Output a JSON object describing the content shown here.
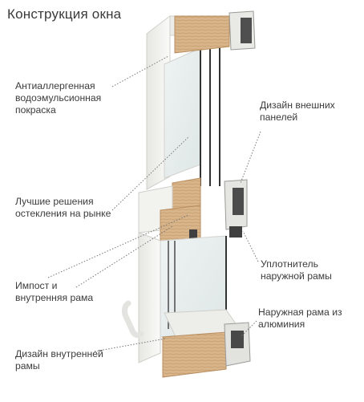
{
  "title": "Конструкция окна",
  "labels": {
    "antiallergenic": "Антиаллергенная\nводоэмульсионная\nпокраска",
    "external_panels": "Дизайн внешних\nпанелей",
    "glazing": "Лучшие решения\nостекления на рынке",
    "impost": "Импост и\nвнутренняя рама",
    "seal": "Уплотнитель\nнаружной рамы",
    "inner_frame": "Дизайн внутренней\nрамы",
    "aluminum_frame": "Наружная рама из\nалюминия"
  },
  "colors": {
    "frame_white": "#f1f1ee",
    "frame_shadow": "#d6d6d1",
    "wood": "#d8b48a",
    "wood_dark": "#b98e60",
    "glass": "#e4ecec",
    "aluminum": "#5a5a5a",
    "leader": "#777777",
    "text": "#3c3c3c"
  }
}
